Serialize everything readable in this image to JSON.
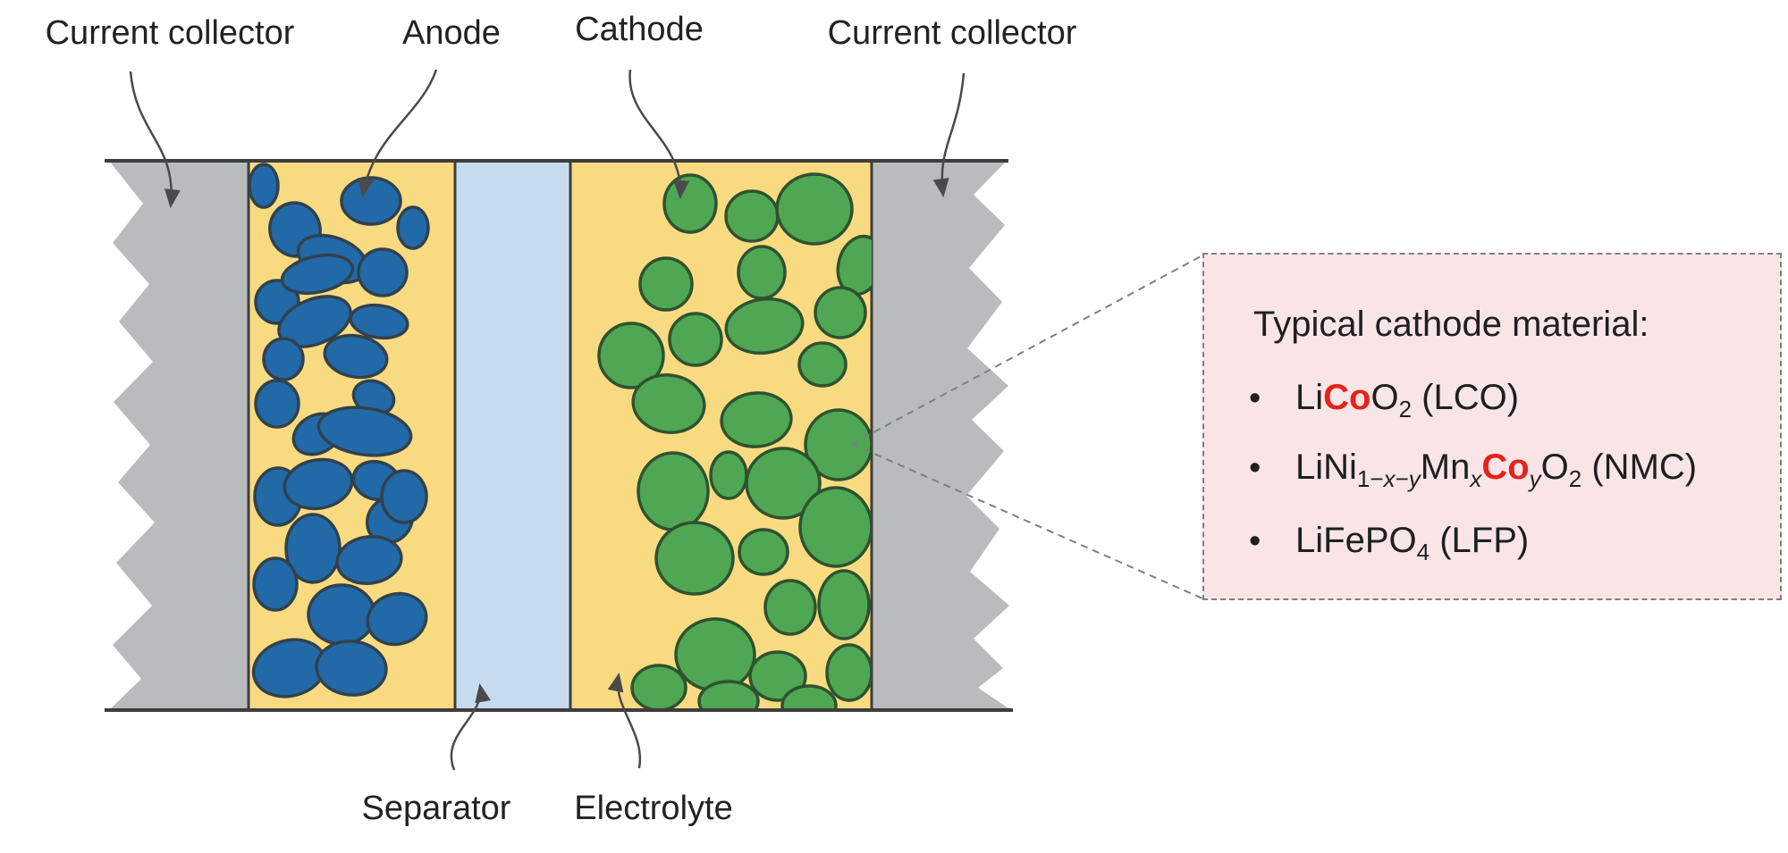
{
  "diagram_title": "lithium-ion-battery-cross-section",
  "labels": {
    "current_collector_left": "Current collector",
    "anode": "Anode",
    "cathode": "Cathode",
    "current_collector_right": "Current collector",
    "separator": "Separator",
    "electrolyte": "Electrolyte"
  },
  "callout": {
    "title": "Typical cathode material:",
    "bullet_glyph": "•",
    "items": [
      {
        "id": "lco",
        "segments": [
          {
            "t": "Li"
          },
          {
            "t": "Co",
            "red": true
          },
          {
            "t": "O"
          },
          {
            "t": "2",
            "sub": true
          },
          {
            "t": " (LCO)"
          }
        ]
      },
      {
        "id": "nmc",
        "segments": [
          {
            "t": "LiNi"
          },
          {
            "t": "1−",
            "sub": true
          },
          {
            "t": "x",
            "sub": true,
            "italic": true
          },
          {
            "t": "−",
            "sub": true
          },
          {
            "t": "y",
            "sub": true,
            "italic": true
          },
          {
            "t": "Mn"
          },
          {
            "t": "x",
            "sub": true,
            "italic": true
          },
          {
            "t": "Co",
            "red": true
          },
          {
            "t": "y",
            "sub": true,
            "italic": true
          },
          {
            "t": "O"
          },
          {
            "t": "2",
            "sub": true
          },
          {
            "t": " (NMC)"
          }
        ]
      },
      {
        "id": "lfp",
        "segments": [
          {
            "t": "LiFePO"
          },
          {
            "t": "4",
            "sub": true
          },
          {
            "t": " (LFP)"
          }
        ]
      }
    ]
  },
  "colors": {
    "background": "#ffffff",
    "collector_gray": "#babbbc",
    "electrolyte_yellow": "#f8db80",
    "separator_blue": "#c7dbee",
    "anode_particle_blue": "#2269a8",
    "anode_particle_stroke": "#31414d",
    "cathode_particle_green": "#4fa653",
    "cathode_particle_stroke": "#2e5230",
    "outline_dark": "#3d3d3d",
    "leader_line": "#4a4a4a",
    "zoom_line_gray": "#7f7f7f",
    "callout_pink": "#f9e5e5",
    "callout_border": "#7f7f7f",
    "highlight_red": "#e3231c",
    "text_dark": "#222222"
  },
  "particles": {
    "anode": [
      [
        295,
        208,
        16,
        24,
        0
      ],
      [
        330,
        257,
        28,
        30,
        -15
      ],
      [
        415,
        225,
        33,
        26,
        0
      ],
      [
        462,
        255,
        17,
        23,
        0
      ],
      [
        372,
        290,
        40,
        24,
        20
      ],
      [
        310,
        338,
        24,
        24,
        0
      ],
      [
        355,
        307,
        40,
        20,
        -12
      ],
      [
        352,
        360,
        42,
        25,
        -22
      ],
      [
        428,
        305,
        27,
        26,
        0
      ],
      [
        424,
        360,
        32,
        18,
        8
      ],
      [
        398,
        399,
        35,
        23,
        10
      ],
      [
        317,
        402,
        22,
        23,
        0
      ],
      [
        310,
        452,
        24,
        26,
        0
      ],
      [
        355,
        486,
        28,
        21,
        -28
      ],
      [
        418,
        445,
        23,
        18,
        20
      ],
      [
        408,
        483,
        52,
        26,
        8
      ],
      [
        311,
        556,
        26,
        32,
        0
      ],
      [
        356,
        542,
        38,
        27,
        -10
      ],
      [
        421,
        538,
        26,
        21,
        15
      ],
      [
        436,
        582,
        24,
        27,
        40
      ],
      [
        350,
        614,
        30,
        38,
        0
      ],
      [
        413,
        627,
        36,
        26,
        -8
      ],
      [
        308,
        654,
        24,
        29,
        0
      ],
      [
        382,
        688,
        37,
        33,
        0
      ],
      [
        444,
        693,
        33,
        28,
        -15
      ],
      [
        324,
        748,
        41,
        31,
        -15
      ],
      [
        393,
        748,
        39,
        30,
        5
      ],
      [
        452,
        556,
        25,
        29,
        0
      ]
    ],
    "cathode": [
      [
        772,
        228,
        29,
        32,
        0
      ],
      [
        841,
        242,
        29,
        28,
        0
      ],
      [
        911,
        234,
        42,
        39,
        0
      ],
      [
        962,
        297,
        24,
        33,
        15
      ],
      [
        745,
        318,
        29,
        29,
        0
      ],
      [
        852,
        305,
        26,
        29,
        0
      ],
      [
        940,
        350,
        28,
        28,
        0
      ],
      [
        706,
        398,
        36,
        36,
        0
      ],
      [
        778,
        380,
        29,
        29,
        0
      ],
      [
        855,
        365,
        43,
        30,
        -8
      ],
      [
        920,
        408,
        26,
        24,
        0
      ],
      [
        748,
        452,
        40,
        32,
        8
      ],
      [
        846,
        470,
        39,
        30,
        -5
      ],
      [
        938,
        498,
        37,
        39,
        0
      ],
      [
        753,
        550,
        39,
        43,
        0
      ],
      [
        815,
        532,
        20,
        26,
        0
      ],
      [
        876,
        541,
        41,
        39,
        0
      ],
      [
        935,
        590,
        40,
        44,
        0
      ],
      [
        777,
        625,
        43,
        40,
        0
      ],
      [
        854,
        618,
        27,
        25,
        0
      ],
      [
        884,
        680,
        28,
        30,
        0
      ],
      [
        944,
        677,
        28,
        38,
        0
      ],
      [
        800,
        733,
        44,
        40,
        0
      ],
      [
        737,
        770,
        30,
        25,
        0
      ],
      [
        870,
        757,
        31,
        27,
        0
      ],
      [
        950,
        753,
        25,
        31,
        0
      ],
      [
        815,
        785,
        33,
        22,
        0
      ],
      [
        905,
        790,
        30,
        22,
        0
      ]
    ]
  }
}
